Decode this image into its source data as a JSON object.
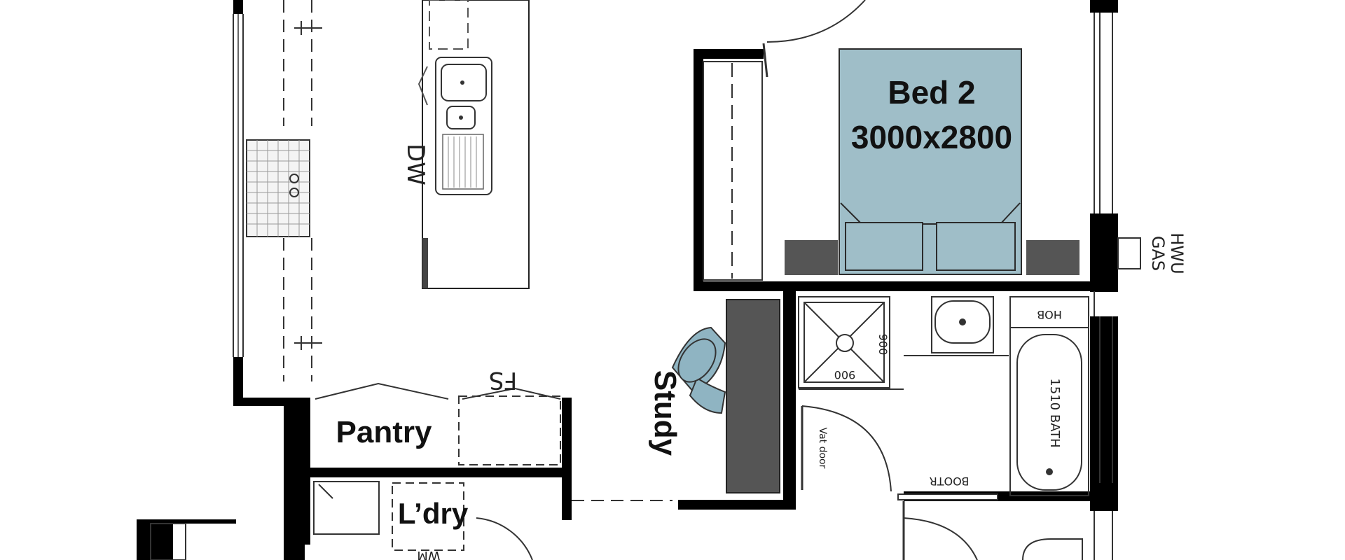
{
  "rooms": {
    "bed2_name": "Bed 2",
    "bed2_size": "3000x2800",
    "pantry": "Pantry",
    "laundry": "L’dry",
    "study": "Study"
  },
  "fixtures": {
    "dishwasher": "DW",
    "fridge_space": "FS",
    "gas_hwu_line1": "GAS",
    "gas_hwu_line2": "HWU",
    "hob": "HOB",
    "bath": "1510 BATH",
    "shower_w": "900",
    "shower_d": "900",
    "door_note": "Vat door",
    "booster": "BOOTR",
    "wm": "WM"
  },
  "colors": {
    "wall": "#000000",
    "bed": "#9fbec8",
    "bed_stroke": "#2b2b2b",
    "desk": "#555555",
    "chair": "#8fb4c2",
    "bedside": "#555555",
    "line": "#333333"
  }
}
